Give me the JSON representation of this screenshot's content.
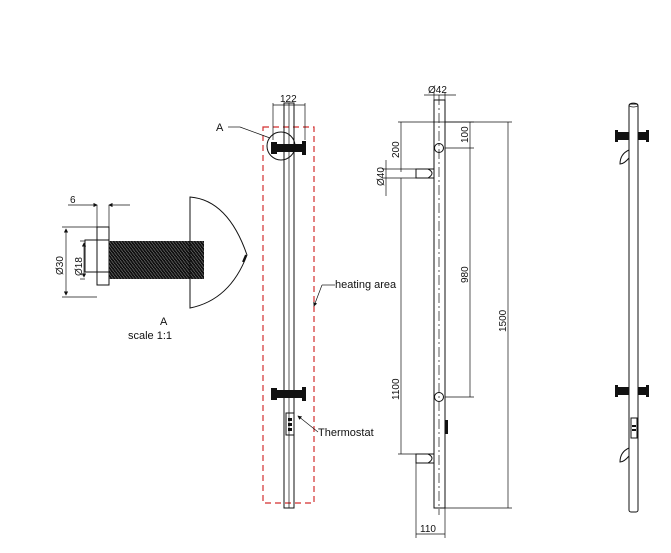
{
  "detail": {
    "dim_6": "6",
    "dim_30": "Ø30",
    "dim_18": "Ø18",
    "title": "A",
    "scale": "scale 1:1"
  },
  "front": {
    "dim_122": "122",
    "callout_a": "A",
    "heating_area": "heating area",
    "thermostat": "Thermostat"
  },
  "side": {
    "dim_42": "Ø42",
    "dim_100": "100",
    "dim_200": "200",
    "dim_40": "Ø40",
    "dim_980": "980",
    "dim_1500": "1500",
    "dim_1100": "1100",
    "dim_110": "110"
  }
}
